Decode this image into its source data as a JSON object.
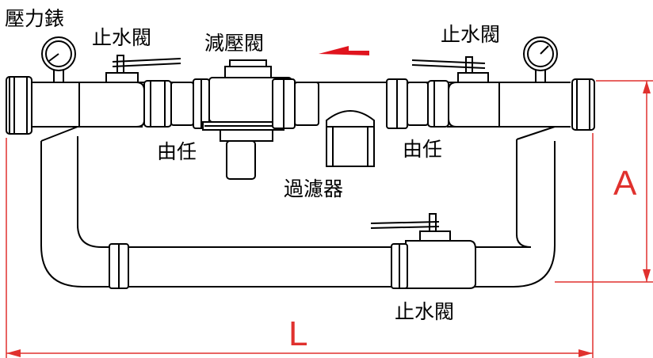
{
  "labels": {
    "pressure_gauge": "壓力錶",
    "stop_valve_left": "止水閥",
    "reducing_valve": "減壓閥",
    "stop_valve_right": "止水閥",
    "union_left": "由任",
    "union_right": "由任",
    "filter": "過濾器",
    "stop_valve_bottom": "止水閥",
    "dim_a": "A",
    "dim_l": "L"
  },
  "colors": {
    "line": "#000000",
    "dimension": "#e0312e",
    "flow_arrow": "#e0141e"
  },
  "flow_direction": "right-to-left"
}
